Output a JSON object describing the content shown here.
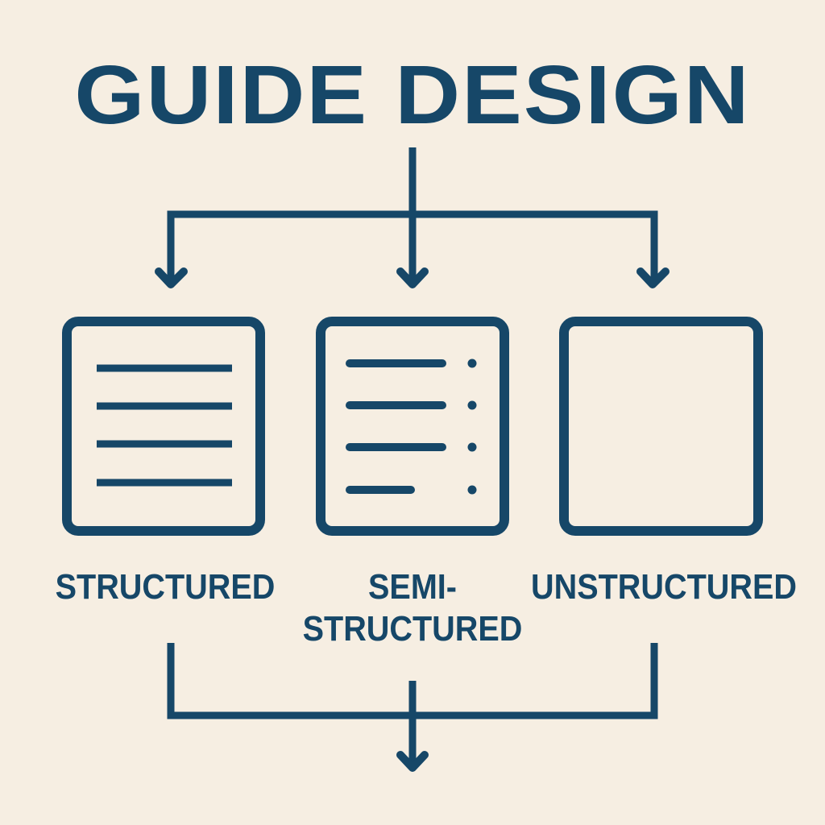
{
  "title": "GUIDE DESIGN",
  "colors": {
    "background": "#f6eee2",
    "ink": "#164768"
  },
  "categories": [
    {
      "id": "structured",
      "label": "STRUCTURED",
      "icon": "lined-document-icon"
    },
    {
      "id": "semi-structured",
      "label_line1": "SEMI-",
      "label_line2": "STRUCTURED",
      "icon": "list-with-bullets-document-icon"
    },
    {
      "id": "unstructured",
      "label": "UNSTRUCTURED",
      "icon": "blank-document-icon"
    }
  ],
  "flow": {
    "top": "title branches into three categories",
    "bottom": "three categories merge into single output arrow"
  }
}
